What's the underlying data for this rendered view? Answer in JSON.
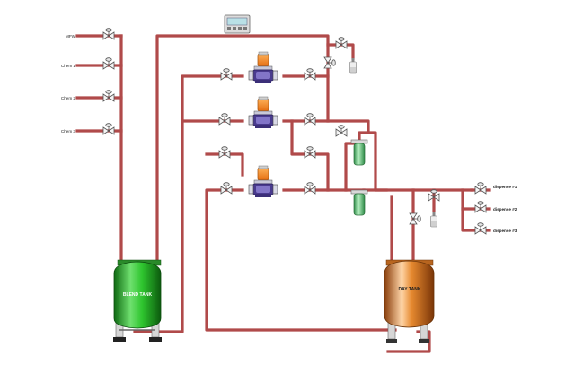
{
  "inlet_labels": [
    "MFW",
    "Chem 1",
    "Chem 2",
    "Chem 3"
  ],
  "tanks": {
    "blend": {
      "label": "BLEND TANK",
      "color": "#2db02d"
    },
    "day": {
      "label": "DAY TANK",
      "color": "#d9802a"
    }
  },
  "dispense_labels": [
    "dispense #1",
    "dispense #2",
    "dispense #3"
  ],
  "colors": {
    "pipe": "#b04a4a",
    "pump_motor": "#f08a24",
    "pump_body": "#4a3b8f",
    "filter": "#57c26e"
  }
}
